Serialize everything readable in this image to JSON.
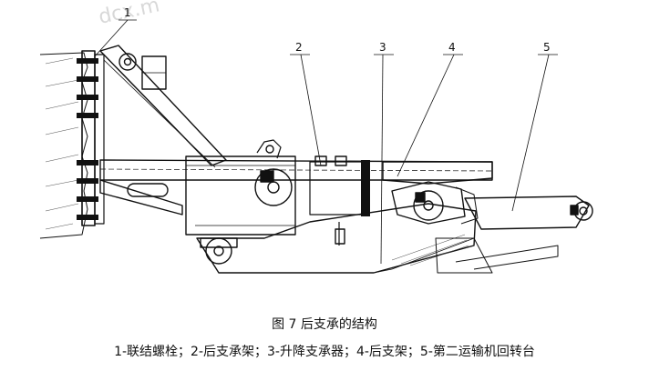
{
  "figure": {
    "caption": "图 7  后支承的结构",
    "legend": "1-联结螺栓；2-后支承架；3-升降支承器；4-后支架；5-第二运输机回转台"
  },
  "callouts": [
    {
      "label": "1",
      "target": "联结螺栓"
    },
    {
      "label": "2",
      "target": "后支承架"
    },
    {
      "label": "3",
      "target": "升降支承器"
    },
    {
      "label": "4",
      "target": "后支架"
    },
    {
      "label": "5",
      "target": "第二运输机回转台"
    }
  ],
  "watermark": "dcx.m"
}
